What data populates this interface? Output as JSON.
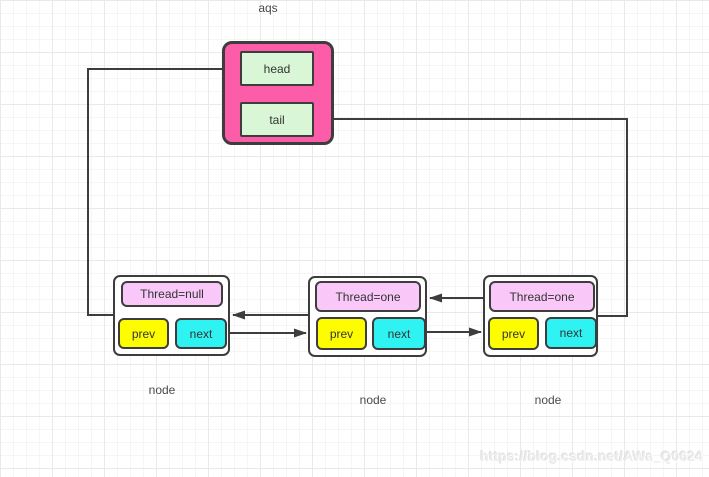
{
  "diagram": {
    "title": "aqs",
    "aqs_box": {
      "head": "head",
      "tail": "tail"
    },
    "nodes": [
      {
        "thread": "Thread=null",
        "prev": "prev",
        "next": "next",
        "caption": "node"
      },
      {
        "thread": "Thread=one",
        "prev": "prev",
        "next": "next",
        "caption": "node"
      },
      {
        "thread": "Thread=one",
        "prev": "prev",
        "next": "next",
        "caption": "node"
      }
    ],
    "edges": [
      {
        "from": "node-1",
        "to": "aqs-head",
        "shape": "orthogonal"
      },
      {
        "from": "node-3",
        "to": "aqs-tail",
        "shape": "orthogonal"
      },
      {
        "from": "node-2",
        "to": "node-1",
        "shape": "straight"
      },
      {
        "from": "node-1",
        "to": "node-2",
        "shape": "straight"
      },
      {
        "from": "node-3",
        "to": "node-2",
        "shape": "straight"
      },
      {
        "from": "node-2",
        "to": "node-3",
        "shape": "straight"
      }
    ],
    "colors": {
      "container_fill": "#fc5ca8",
      "pointer_fill": "#d9f7d6",
      "thread_fill": "#f9c8f8",
      "prev_fill": "#fdfd00",
      "next_fill": "#2ff3f3",
      "node_fill": "#ffffff",
      "stroke": "#3d3d3d"
    }
  },
  "watermark": "https://blog.csdn.net/AWa_Q0624"
}
